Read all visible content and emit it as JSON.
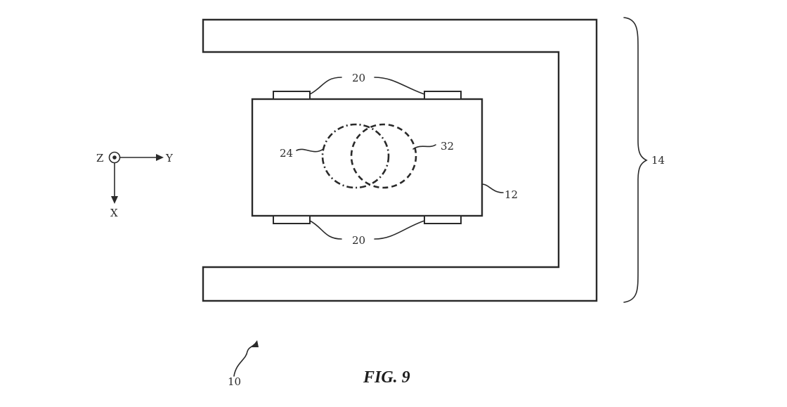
{
  "figure": {
    "caption": "FIG. 9"
  },
  "labels": {
    "system": "10",
    "device": "12",
    "enclosure": "14",
    "pads_top": "20",
    "pads_bottom": "20",
    "region_a": "24",
    "region_b": "32"
  },
  "axes": {
    "z": "Z",
    "y": "Y",
    "x": "X"
  },
  "colors": {
    "line": "#2a2a2a",
    "background": "#ffffff"
  }
}
